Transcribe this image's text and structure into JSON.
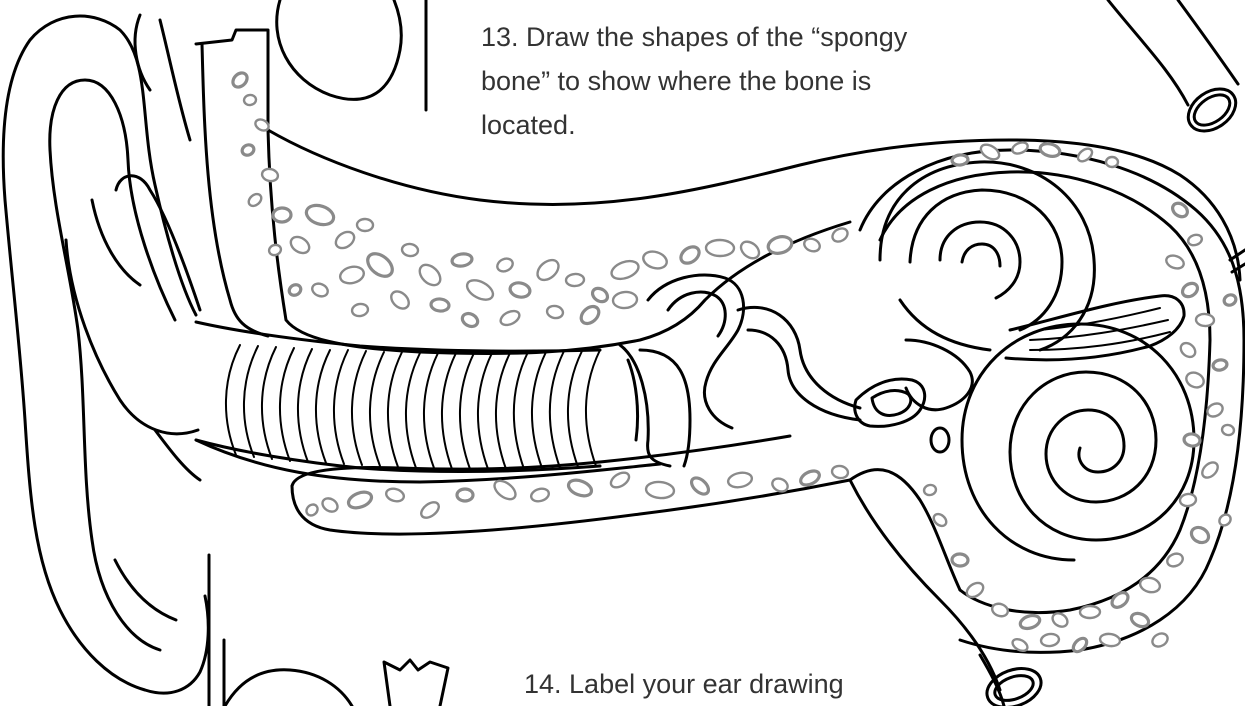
{
  "worksheet": {
    "instructions": [
      {
        "number": "13.",
        "lines": [
          "13. Draw the shapes of the “spongy",
          "bone” to show where the bone is",
          "located."
        ]
      },
      {
        "number": "14.",
        "lines": [
          "14. Label your ear drawing"
        ]
      }
    ]
  },
  "colors": {
    "line": "#000000",
    "text": "#333333",
    "spongy_bone": "#8a8a8a",
    "background": "#ffffff"
  }
}
